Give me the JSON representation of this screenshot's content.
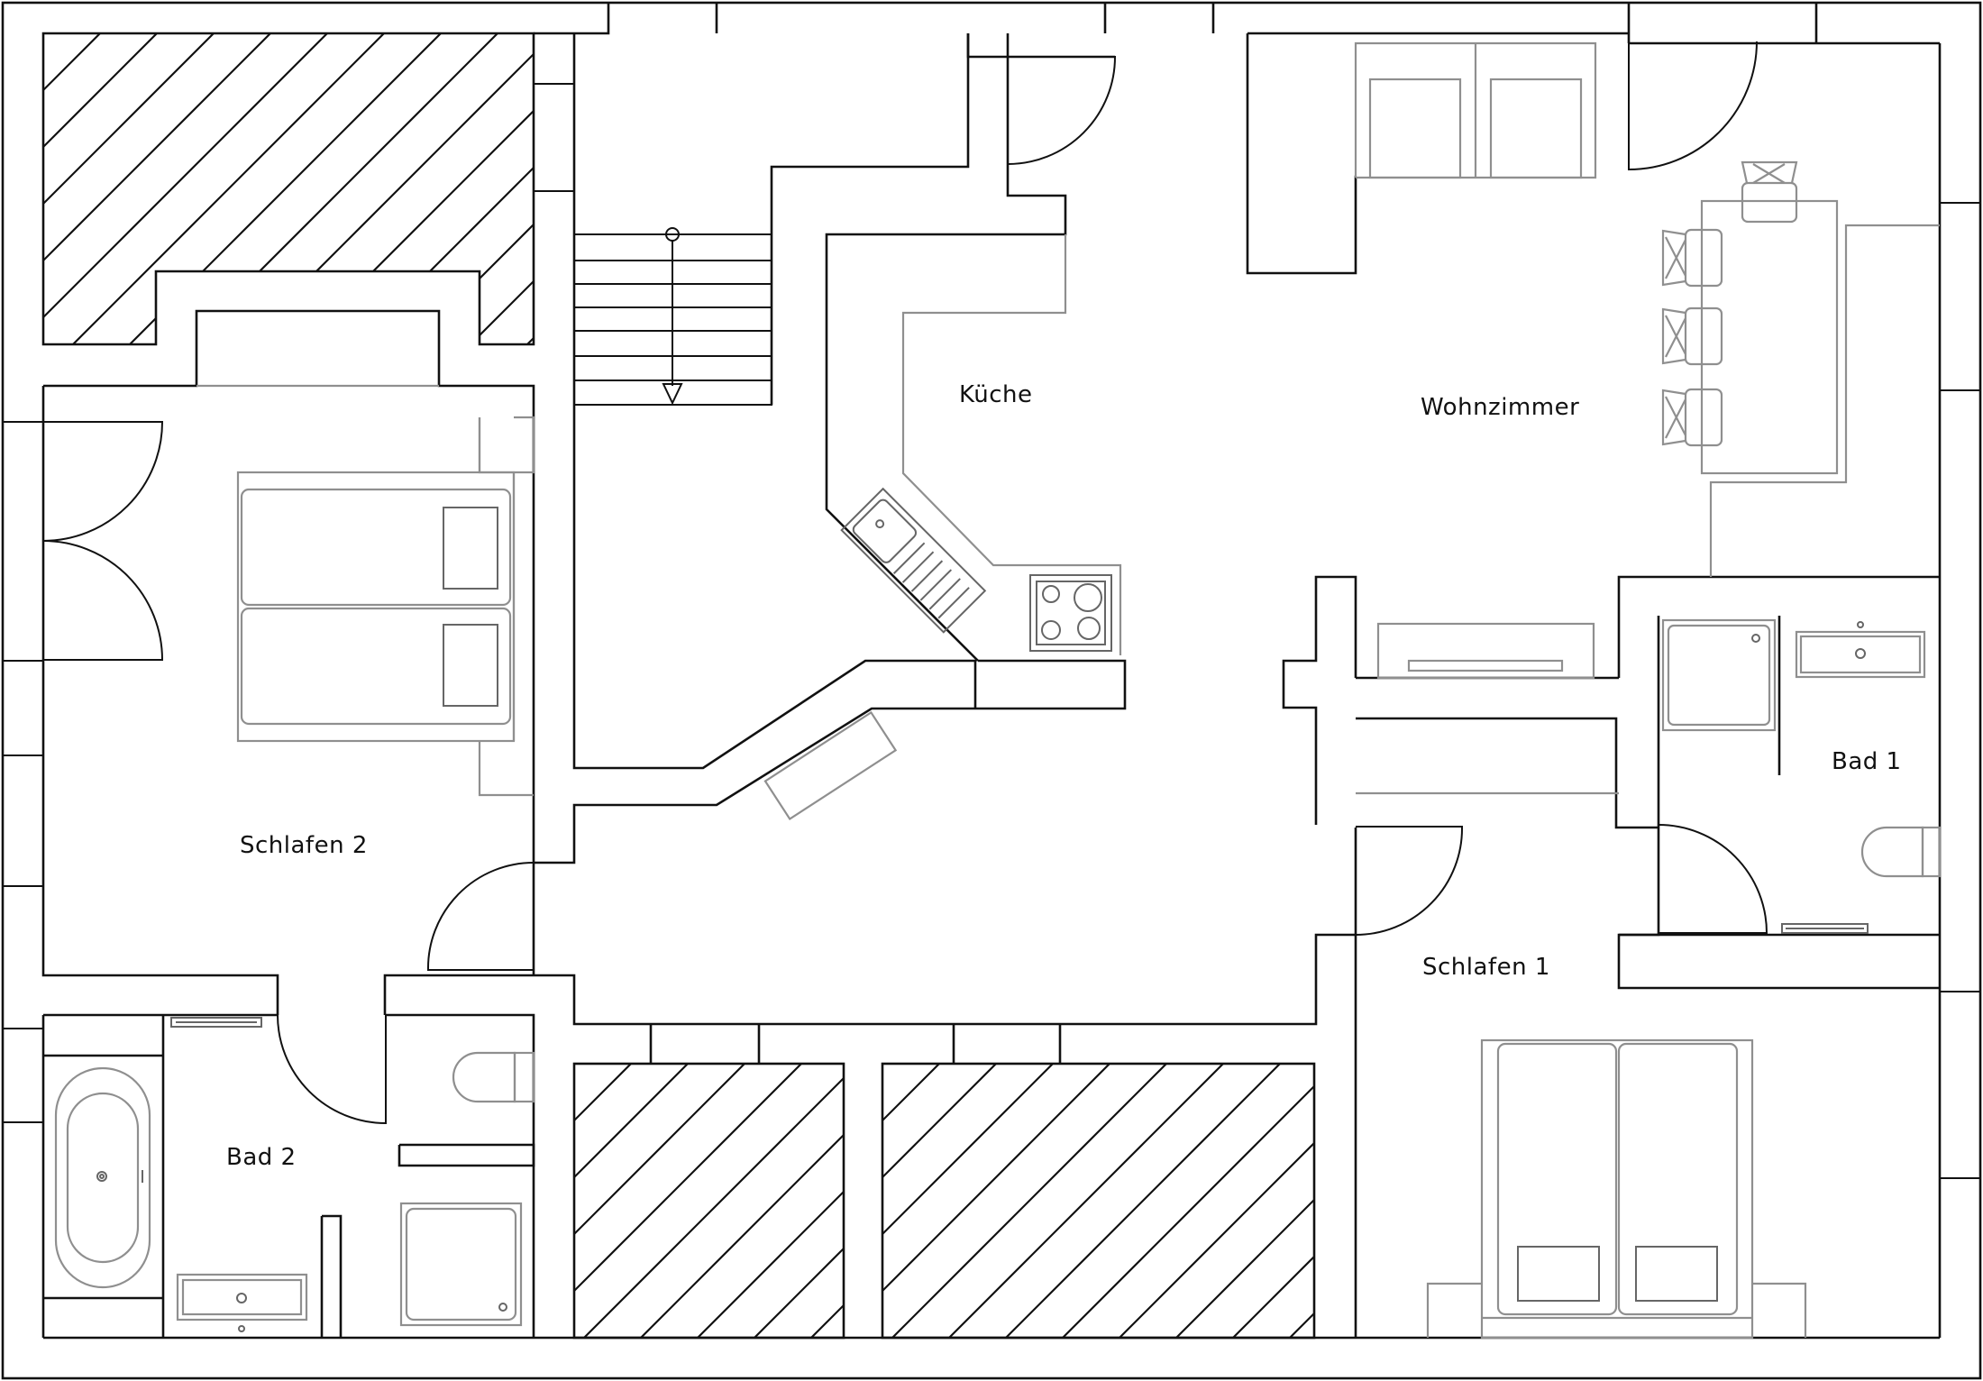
{
  "rooms": {
    "kueche": "Küche",
    "wohnzimmer": "Wohnzimmer",
    "schlafen2": "Schlafen 2",
    "schlafen1": "Schlafen 1",
    "bad1": "Bad 1",
    "bad2": "Bad 2"
  }
}
